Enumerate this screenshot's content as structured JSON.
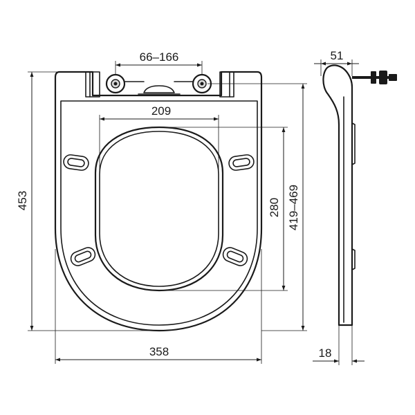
{
  "dimensions": {
    "hinge_spacing": "66–166",
    "inner_width": "209",
    "depth_inner": "280",
    "overall_length": "453",
    "fixing_range": "419–469",
    "overall_width": "358",
    "side_width": "51",
    "side_thickness": "18"
  }
}
